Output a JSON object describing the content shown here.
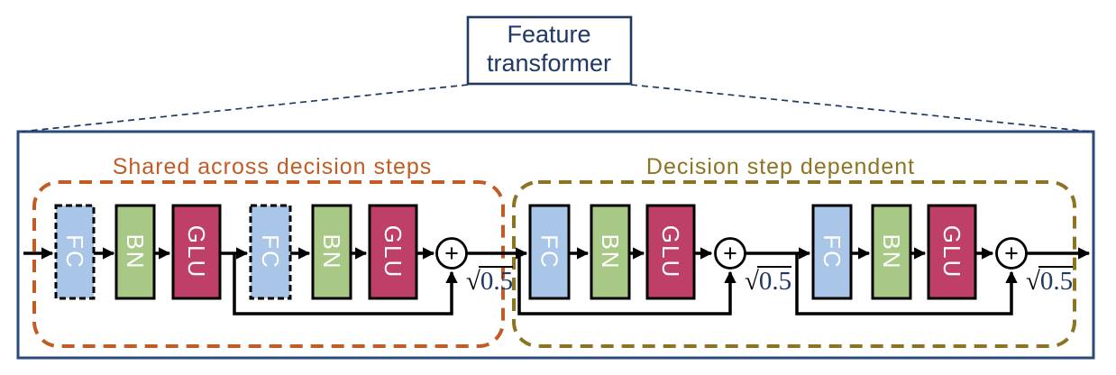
{
  "title": {
    "line1": "Feature",
    "line2": "transformer"
  },
  "sections": {
    "shared": {
      "label": "Shared across decision steps",
      "color": "#C25B24"
    },
    "dependent": {
      "label": "Decision step dependent",
      "color": "#8C7422"
    }
  },
  "blocks": {
    "fc": {
      "label": "FC",
      "fill": "#A9C5E8"
    },
    "bn": {
      "label": "BN",
      "fill": "#A8C985"
    },
    "glu": {
      "label": "GLU",
      "fill": "#BE3F68"
    }
  },
  "operators": {
    "plus": "+",
    "sqrt_sign": "√",
    "sqrt_value": "0.5"
  },
  "colors": {
    "navy": "#1F3864",
    "outer_border": "#2B4A7C",
    "line": "#000000",
    "block_text": "#FFFFFF",
    "sqrt_value_color": "#1F3864"
  }
}
